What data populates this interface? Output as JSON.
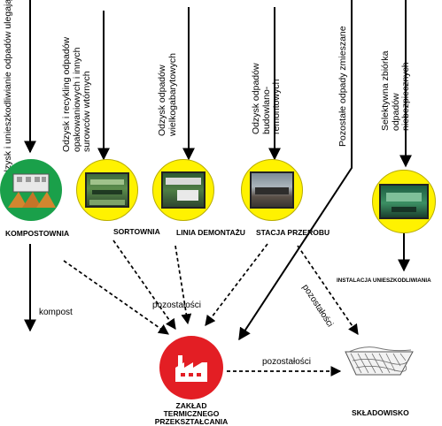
{
  "sources": [
    {
      "label": "Odzysk i unieszkodliwianie odpadów ulegających biodegradacji"
    },
    {
      "label": "Odzysk i recykling odpadów opakowaniowych i innych surowców wtórnych"
    },
    {
      "label": "Odzysk odpadów wielkogabarytowych"
    },
    {
      "label": "Odzysk odpadów budowlano-remontowych"
    },
    {
      "label": "Pozostałe odpady zmieszane"
    },
    {
      "label": "Selektywna zbiórka odpadów niebezpiecznych"
    }
  ],
  "facilities": {
    "kompostownia": "KOMPOSTOWNIA",
    "sortownia": "SORTOWNIA",
    "linia": "LINIA DEMONTAŻU",
    "stacja": "STACJA PRZEROBU",
    "instalacja": "INSTALACJA UNIESZKODLIWIANIA",
    "zaklad": "ZAKŁAD TERMICZNEGO PRZEKSZTAŁCANIA",
    "skladowisko": "SKŁADOWISKO"
  },
  "flows": {
    "kompost": "kompost",
    "pozostalosci_center": "pozostałości",
    "pozostalosci_diag": "pozostałości",
    "pozostalosci_bottom": "pozostałości"
  },
  "colors": {
    "facility_fill": "#fff200",
    "compost_fill": "#1aa04a",
    "thermal_fill": "#e31e24",
    "arrow": "#000000"
  },
  "icons": {
    "compost": "compost-box-icon",
    "thermal": "factory-icon",
    "landfill": "landfill-icon"
  }
}
